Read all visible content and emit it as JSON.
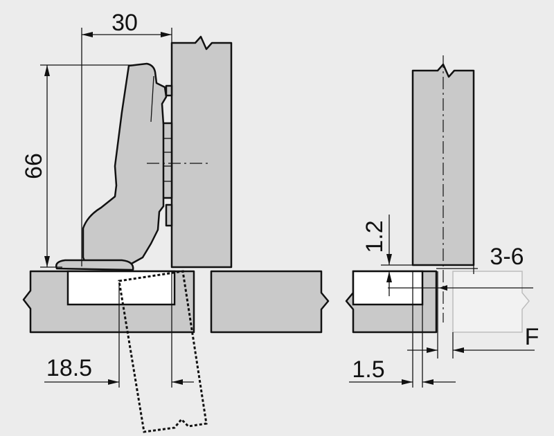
{
  "dimensions": {
    "hinge_depth": "30",
    "hinge_height": "66",
    "boring_distance": "18.5",
    "gap": "1.2",
    "door_range": "3-6",
    "overlay": "F",
    "edge_offset": "1.5"
  },
  "colors": {
    "background": "#ececec",
    "panel_fill": "#c9c9c9",
    "outline": "#111111",
    "cup_fill": "#ffffff",
    "ghost_outline": "#bdbdbd"
  }
}
